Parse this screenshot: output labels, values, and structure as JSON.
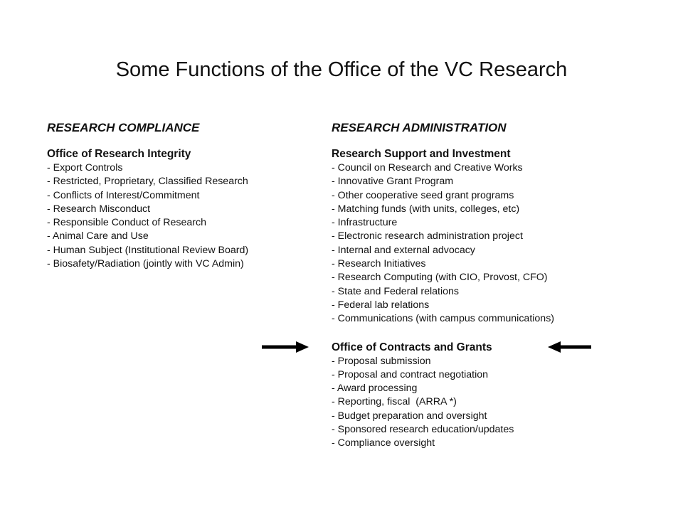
{
  "title": "Some Functions of the Office of the VC Research",
  "compliance": {
    "heading": "RESEARCH COMPLIANCE",
    "sections": [
      {
        "title": "Office of Research Integrity",
        "items": [
          "- Export Controls",
          "- Restricted, Proprietary, Classified Research",
          "- Conflicts of Interest/Commitment",
          "- Research Misconduct",
          "- Responsible Conduct of Research",
          "- Animal Care and Use",
          "- Human Subject (Institutional Review Board)",
          "- Biosafety/Radiation (jointly with VC Admin)"
        ]
      }
    ]
  },
  "administration": {
    "heading": "RESEARCH ADMINISTRATION",
    "sections": [
      {
        "title": "Research Support and Investment",
        "items": [
          "- Council on Research and Creative Works",
          "- Innovative Grant Program",
          "- Other cooperative seed grant programs",
          "- Matching funds (with units, colleges, etc)",
          "- Infrastructure",
          "- Electronic research administration project",
          "- Internal and external advocacy",
          "- Research Initiatives",
          "- Research Computing (with CIO, Provost, CFO)",
          "- State and Federal relations",
          "- Federal lab relations",
          "- Communications (with campus communications)"
        ]
      },
      {
        "title": "Office of Contracts and Grants",
        "items": [
          "- Proposal submission",
          "- Proposal and contract negotiation",
          "- Award processing",
          "- Reporting, fiscal  (ARRA *)",
          "- Budget preparation and oversight",
          "- Sponsored research education/updates",
          "- Compliance oversight"
        ]
      }
    ]
  },
  "icons": {
    "left_arrow": "arrow-right-icon",
    "right_arrow": "arrow-left-icon"
  },
  "colors": {
    "text": "#111111",
    "arrow": "#000000",
    "background": "#ffffff"
  }
}
